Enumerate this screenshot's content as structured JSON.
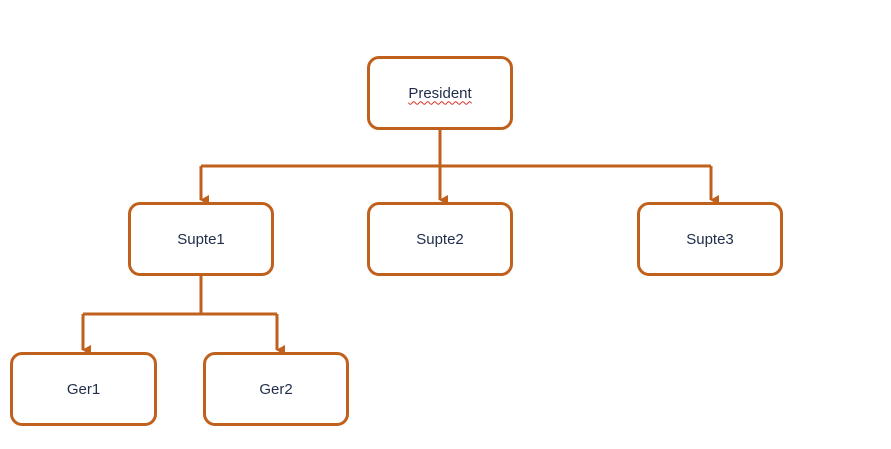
{
  "colors": {
    "box_border": "#c0601d",
    "connector": "#c0601d",
    "text": "#1f2d4a",
    "spellcheck_underline": "#d93025"
  },
  "org_chart": {
    "president": "President",
    "supervisors": [
      "Supte1",
      "Supte2",
      "Supte3"
    ],
    "managers_under_supte1": [
      "Ger1",
      "Ger2"
    ]
  }
}
